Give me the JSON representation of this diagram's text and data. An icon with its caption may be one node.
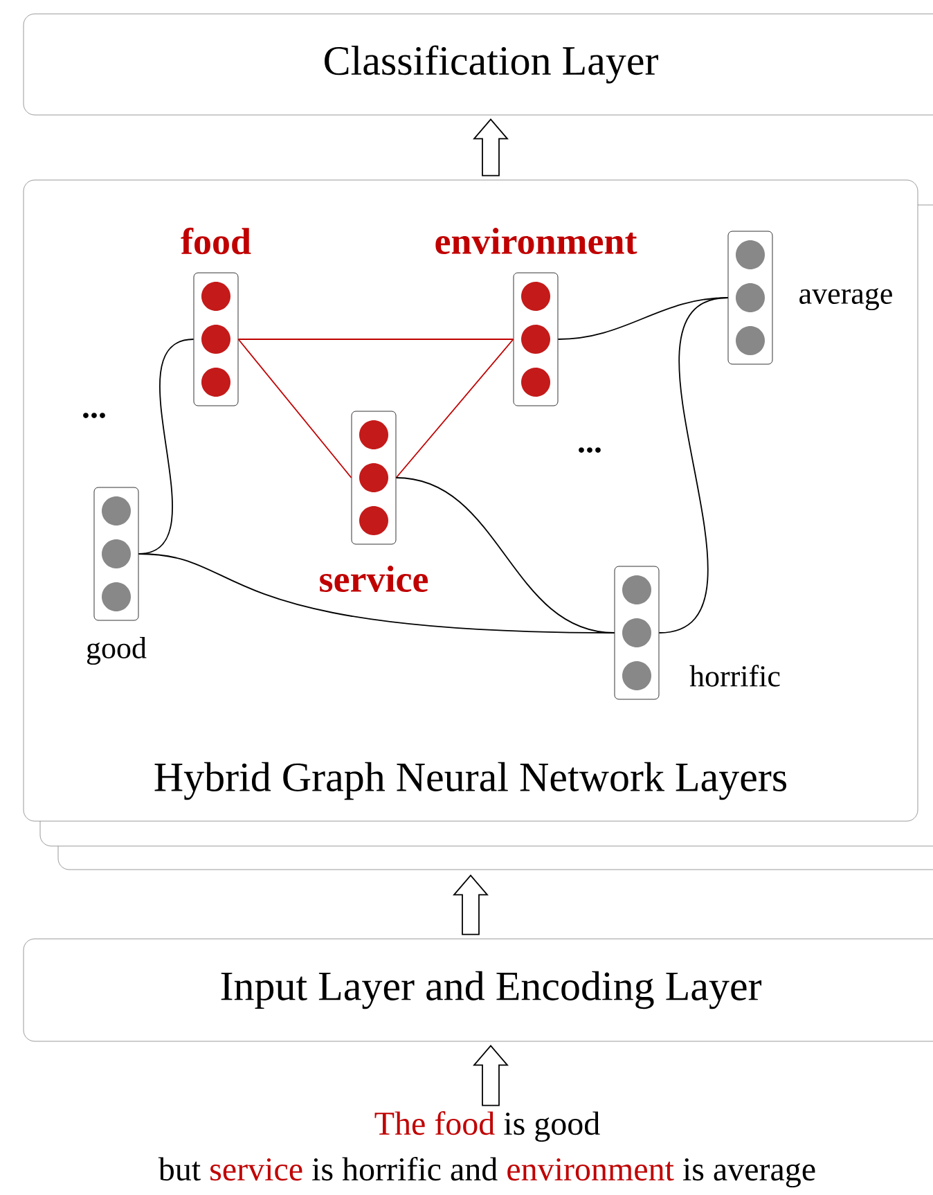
{
  "diagram": {
    "nodes": [
      {
        "text": [
          "Classification Layer"
        ]
      },
      {
        "text": [
          "Hybrid Graph Neural Network Layers"
        ]
      },
      {
        "text": [
          "food"
        ],
        "in": 1
      },
      {
        "text": [
          "environment"
        ],
        "in": 1
      },
      {
        "text": [
          "average"
        ],
        "in": 1
      },
      {
        "text": [
          "service"
        ],
        "in": 1
      },
      {
        "text": [
          "good"
        ],
        "in": 1
      },
      {
        "text": [
          "horrific"
        ],
        "in": 1
      },
      {
        "text": [
          "Input Layer and Encoding Layer"
        ]
      },
      {
        "text": [
          "The food",
          "is good",
          "but",
          "service",
          "is horrific and",
          "environment",
          "is average"
        ]
      }
    ],
    "edges": [
      {
        "from": 8,
        "to": 1,
        "arrow": "to"
      },
      {
        "from": 1,
        "to": 0,
        "arrow": "to"
      },
      {
        "from": 9,
        "to": 8,
        "arrow": "to"
      },
      {
        "from": 2,
        "to": 3,
        "arrow": "none",
        "color": "#c00000"
      },
      {
        "from": 2,
        "to": 5,
        "arrow": "none",
        "color": "#c00000"
      },
      {
        "from": 5,
        "to": 3,
        "arrow": "none",
        "color": "#c00000"
      },
      {
        "from": 6,
        "to": 2,
        "arrow": "none"
      },
      {
        "from": 6,
        "to": 7,
        "arrow": "none"
      },
      {
        "from": 5,
        "to": 7,
        "arrow": "none"
      },
      {
        "from": 3,
        "to": 4,
        "arrow": "none"
      },
      {
        "from": 7,
        "to": 4,
        "arrow": "none"
      }
    ],
    "labels": [
      "...",
      "..."
    ]
  }
}
